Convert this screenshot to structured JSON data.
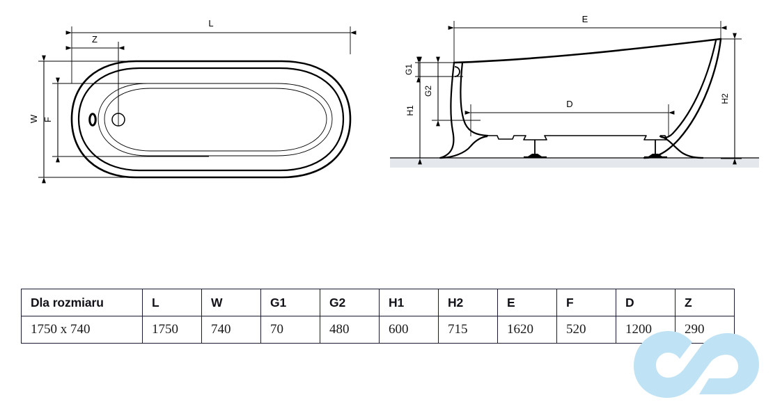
{
  "document": {
    "kind": "technical-dimension-drawing",
    "subject": "freestanding slipper bathtub"
  },
  "views": {
    "top_view": {
      "name": "top-view",
      "dimension_labels": [
        "L",
        "Z",
        "W",
        "F"
      ],
      "features": [
        "overflow-hole",
        "drain-hole"
      ]
    },
    "side_view": {
      "name": "side-elevation-view",
      "dimension_labels": [
        "E",
        "G1",
        "G2",
        "H1",
        "H2",
        "D"
      ],
      "features": [
        "overflow-hole",
        "adjustable-foot-left",
        "adjustable-foot-right",
        "floor-line"
      ]
    }
  },
  "dimension_marks": {
    "L": "L",
    "Z": "Z",
    "W": "W",
    "F": "F",
    "E": "E",
    "D": "D",
    "G1": "G1",
    "G2": "G2",
    "H1": "H1",
    "H2": "H2"
  },
  "table": {
    "name": "dimensions-table",
    "headers": [
      "Dla rozmiaru",
      "L",
      "W",
      "G1",
      "G2",
      "H1",
      "H2",
      "E",
      "F",
      "D",
      "Z"
    ],
    "rows": [
      [
        "1750 x 740",
        "1750",
        "740",
        "70",
        "480",
        "600",
        "715",
        "1620",
        "520",
        "1200",
        "290"
      ]
    ]
  },
  "watermark": {
    "name": "infinity-logo-watermark",
    "color": "#bfe2f5"
  },
  "colors": {
    "line": "#000000",
    "floor": "#e4e8ec",
    "table_border": "#1a1a2e",
    "watermark": "#bfe2f5"
  }
}
